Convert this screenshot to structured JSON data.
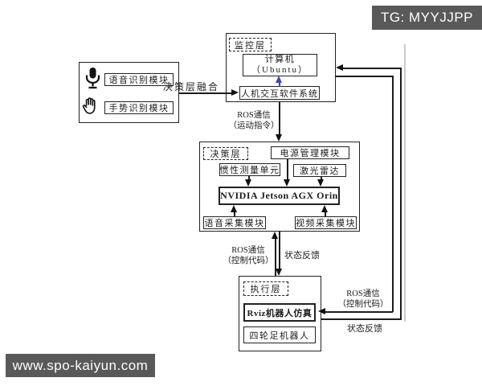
{
  "badges": {
    "tg": "TG: MYYJJPP",
    "watermark": "www.spo-kaiyun.com"
  },
  "colors": {
    "badge_bg": "#595959",
    "line": "#1c1c1c",
    "blue_arrow": "#3d4ba3",
    "artifact_gray": "#c9c9c9"
  },
  "input_group": {
    "voice_module": "语音识别模块",
    "gesture_module": "手势识别模块"
  },
  "monitor_layer": {
    "label": "监控层",
    "computer": "计算机",
    "computer_os": "（Ubuntu）",
    "hmi": "人机交互软件系统"
  },
  "decision_layer": {
    "label": "决策层",
    "power": "电源管理模块",
    "imu": "惯性测量单元",
    "lidar": "激光雷达",
    "core": "NVIDIA Jetson AGX Orin",
    "audio_capture": "语音采集模块",
    "video_capture": "视频采集模块"
  },
  "execution_layer": {
    "label": "执行层",
    "rviz": "Rviz机器人仿真",
    "robot": "四轮足机器人"
  },
  "edges": {
    "fusion": "决策层融合",
    "ros_motion_line1": "ROS通信",
    "ros_motion_line2": "（运动指令）",
    "ros_ctrl_line1": "ROS通信",
    "ros_ctrl_line2": "（控制代码）",
    "feedback": "状态反馈",
    "ros_ctrl_right_line1": "ROS通信",
    "ros_ctrl_right_line2": "（控制代码）",
    "feedback_right": "状态反馈"
  }
}
